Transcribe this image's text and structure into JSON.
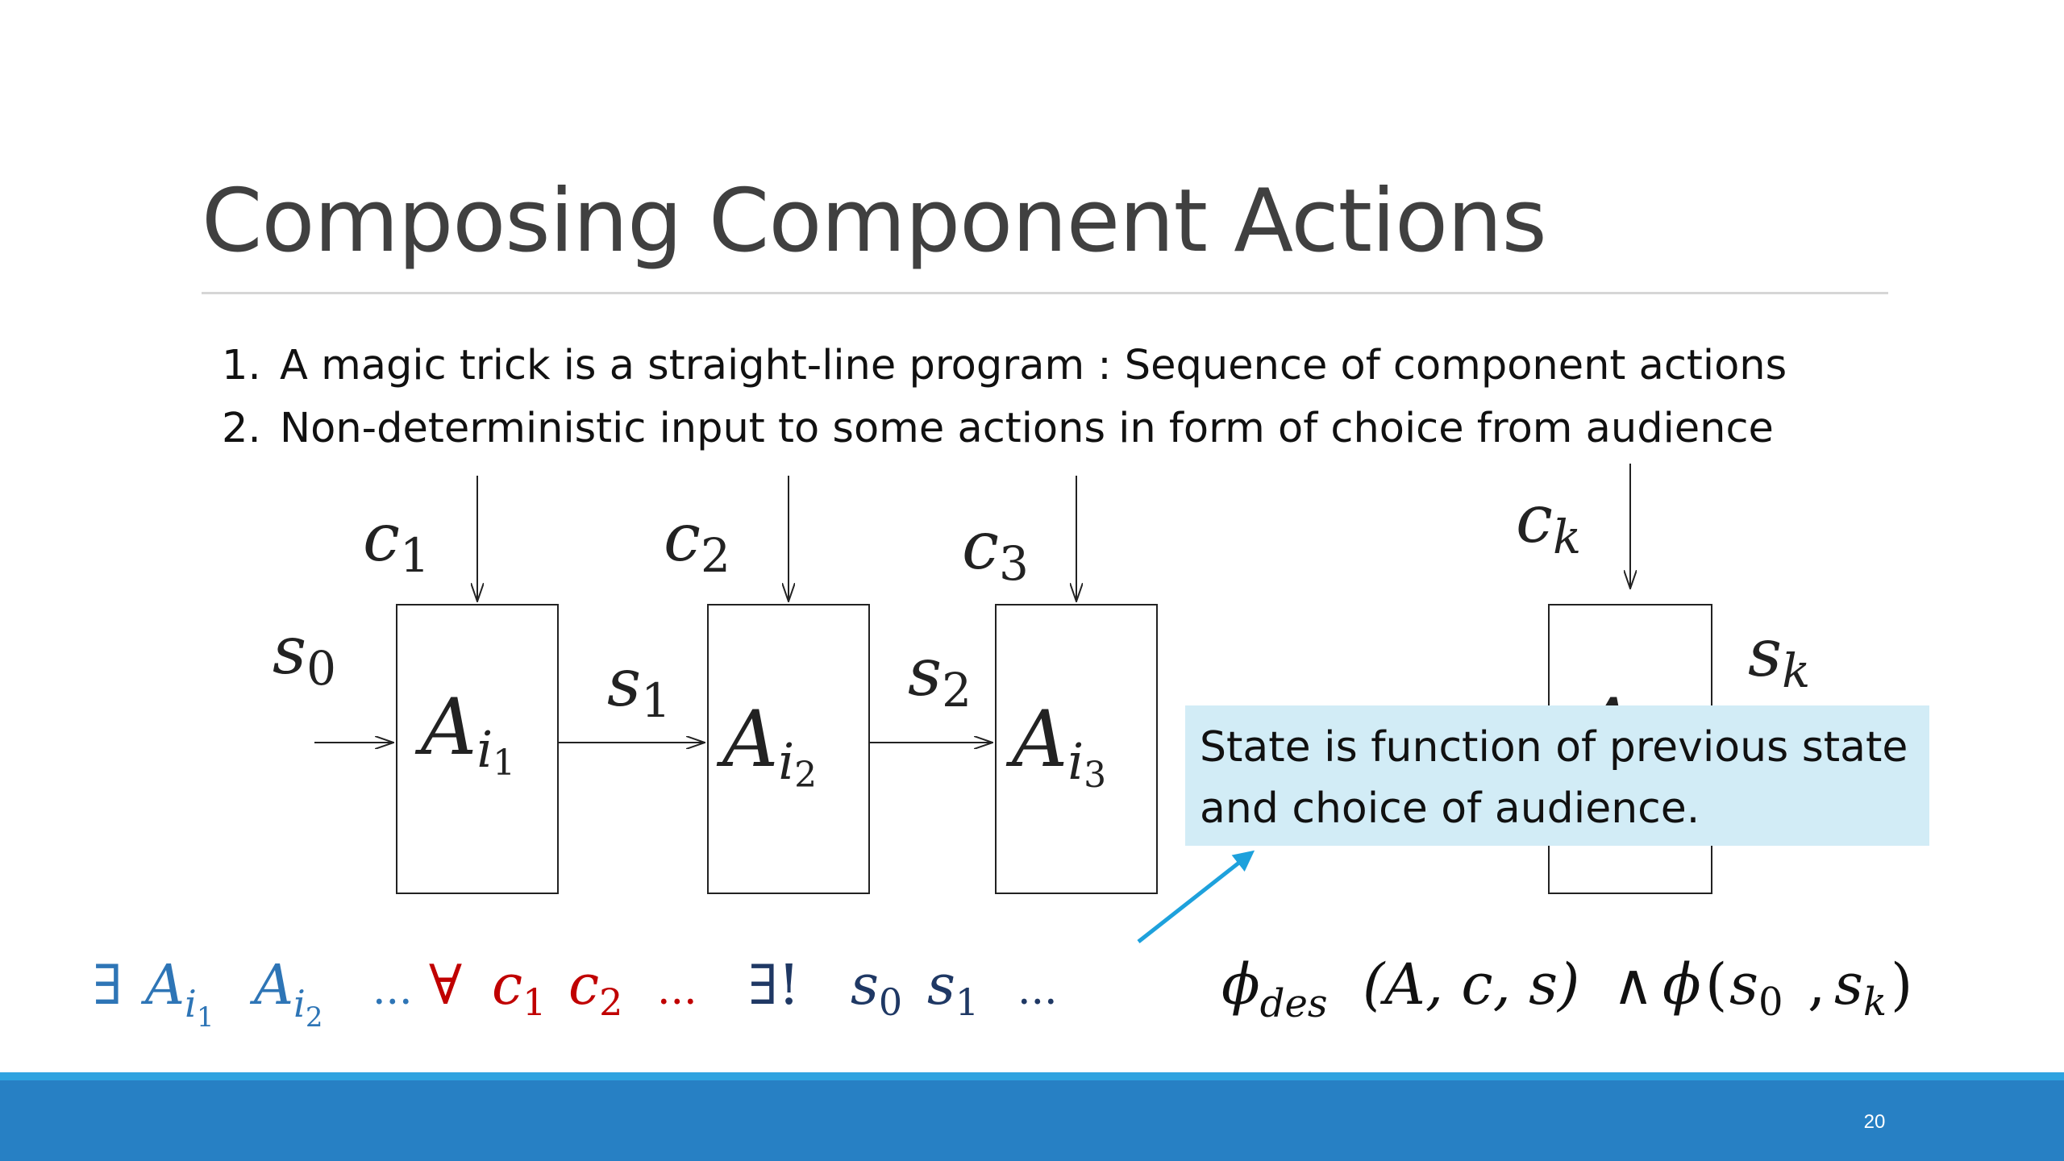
{
  "slide": {
    "title": "Composing Component Actions",
    "points": [
      {
        "num": "1.",
        "text": "A magic trick is a straight-line program : Sequence of component actions"
      },
      {
        "num": "2.",
        "text": "Non-deterministic input to some actions in form of choice from audience"
      }
    ],
    "callout": "State is function of previous state and choice of audience.",
    "page_number": "20"
  },
  "diagram": {
    "actions": [
      {
        "base": "A",
        "sub": "i",
        "subsub": "1",
        "choice": {
          "base": "c",
          "sub": "1"
        }
      },
      {
        "base": "A",
        "sub": "i",
        "subsub": "2",
        "choice": {
          "base": "c",
          "sub": "2"
        }
      },
      {
        "base": "A",
        "sub": "i",
        "subsub": "3",
        "choice": {
          "base": "c",
          "sub": "3"
        }
      },
      {
        "base": "A",
        "sub": "",
        "subsub": "",
        "choice": {
          "base": "c",
          "sub": "k"
        }
      }
    ],
    "states": [
      {
        "base": "s",
        "sub": "0"
      },
      {
        "base": "s",
        "sub": "1"
      },
      {
        "base": "s",
        "sub": "2"
      },
      {
        "base": "s",
        "sub": "k"
      }
    ]
  },
  "formula": {
    "exists": "∃",
    "forall": "∀",
    "exists_unique": "∃!",
    "ellipsis": "...",
    "A": "A",
    "i": "i",
    "one": "1",
    "two": "2",
    "zero": "0",
    "c": "c",
    "s": "s",
    "k": "k",
    "phi": "ϕ",
    "des": "des",
    "args": "(A, c, s)",
    "and": "∧",
    "paren_open": "(",
    "comma": ",",
    "paren_close": ")"
  },
  "colors": {
    "exists_blue": "#2e75b6",
    "forall_red": "#c00000",
    "state_navy": "#1f3864",
    "callout_bg": "#d2ecf6",
    "footer_blue": "#2780c4",
    "footer_stripe": "#2fa3e0",
    "arrow_blue": "#1ea1dc"
  }
}
